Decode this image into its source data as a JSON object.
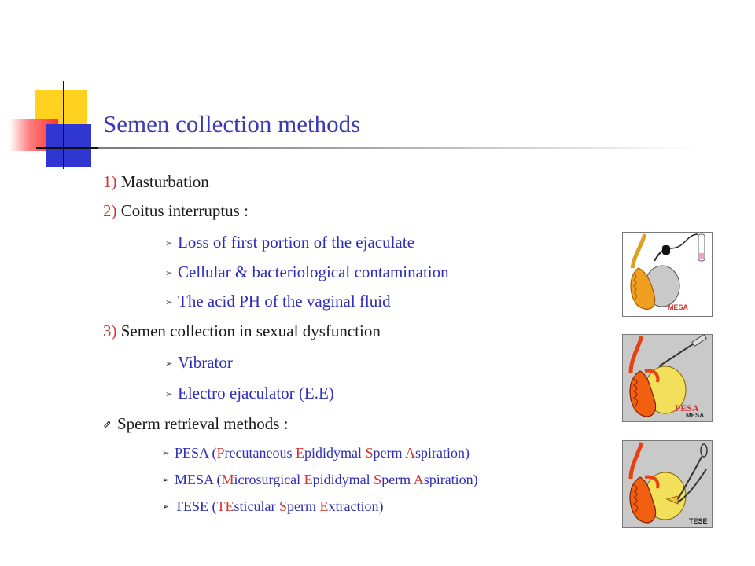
{
  "title": "Semen collection  methods",
  "items": {
    "i1": {
      "num": "1)",
      "text": "Masturbation"
    },
    "i2": {
      "num": "2)",
      "text": "Coitus interruptus :"
    },
    "i2_sub": [
      "Loss of first portion of the ejaculate",
      "Cellular & bacteriological contamination",
      "The acid PH of the vaginal fluid"
    ],
    "i3": {
      "num": "3)",
      "text": "Semen collection in sexual dysfunction"
    },
    "i3_sub": [
      "Vibrator",
      "Electro ejaculator (E.E)"
    ],
    "i4": {
      "text": "Sperm retrieval methods :"
    },
    "i4_sub": [
      {
        "pre": "PESA (",
        "parts": [
          [
            "P",
            "recutaneous "
          ],
          [
            "E",
            "pididymal "
          ],
          [
            "S",
            "perm "
          ],
          [
            "A",
            "spiration)"
          ]
        ]
      },
      {
        "pre": "MESA (",
        "parts": [
          [
            "M",
            "icrosurgical "
          ],
          [
            "E",
            "pididymal "
          ],
          [
            "S",
            "perm "
          ],
          [
            "A",
            "spiration)"
          ]
        ]
      },
      {
        "pre": "TESE (",
        "parts": [
          [
            "TE",
            "sticular "
          ],
          [
            "S",
            "perm "
          ],
          [
            "E",
            "xtraction)"
          ]
        ]
      }
    ]
  },
  "figures": {
    "mesa_label": "MESA",
    "pesa_label": "PESA",
    "pesa_overlay": "MESA",
    "tese_label": "TESE"
  },
  "colors": {
    "title": "#3a3ab5",
    "accent_red": "#d2322d",
    "sub_text": "#2d2db8"
  }
}
